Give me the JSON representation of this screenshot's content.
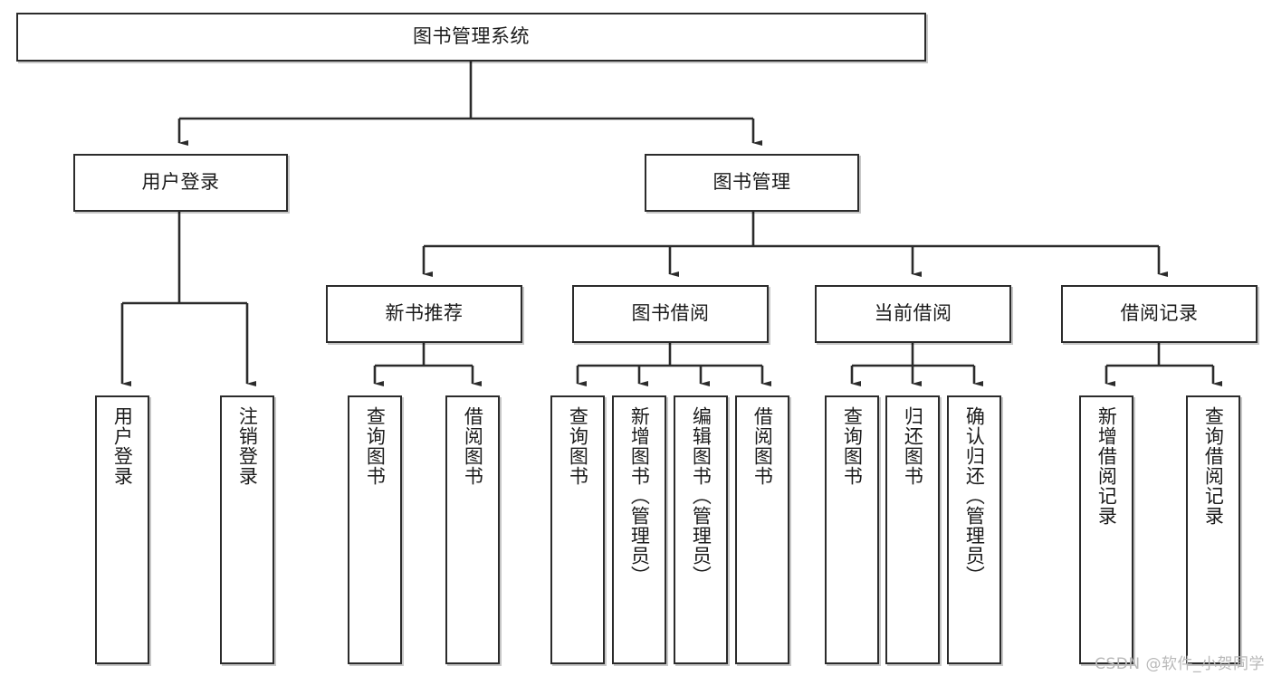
{
  "diagram": {
    "title": "图书管理系统",
    "watermark": "CSDN @软件_小贺同学",
    "colors": {
      "box_border": "#2b2b2b",
      "box_fill": "#ffffff",
      "connector": "#2b2b2b",
      "text": "#1b1b1b",
      "watermark": "#b9b9b9"
    },
    "levels": {
      "root": "图书管理系统",
      "level2": [
        "用户登录",
        "图书管理"
      ],
      "level3": [
        "新书推荐",
        "图书借阅",
        "当前借阅",
        "借阅记录"
      ]
    },
    "nodes": {
      "root": {
        "label": "图书管理系统"
      },
      "user_login": {
        "label": "用户登录"
      },
      "book_manage": {
        "label": "图书管理"
      },
      "new_book_rec": {
        "label": "新书推荐"
      },
      "book_borrow": {
        "label": "图书借阅"
      },
      "current_borrow": {
        "label": "当前借阅"
      },
      "borrow_record": {
        "label": "借阅记录"
      },
      "leaf_user_login": {
        "label": "用户登录"
      },
      "leaf_logout": {
        "label": "注销登录"
      },
      "leaf_query_book_1": {
        "label": "查询图书"
      },
      "leaf_borrow_book_1": {
        "label": "借阅图书"
      },
      "leaf_query_book_2": {
        "label": "查询图书"
      },
      "leaf_add_book": {
        "label": "新增图书（管理员）"
      },
      "leaf_edit_book": {
        "label": "编辑图书（管理员）"
      },
      "leaf_borrow_book_2": {
        "label": "借阅图书"
      },
      "leaf_query_book_3": {
        "label": "查询图书"
      },
      "leaf_return_book": {
        "label": "归还图书"
      },
      "leaf_confirm_return": {
        "label": "确认归还（管理员）"
      },
      "leaf_add_record": {
        "label": "新增借阅记录"
      },
      "leaf_query_record": {
        "label": "查询借阅记录"
      }
    }
  }
}
